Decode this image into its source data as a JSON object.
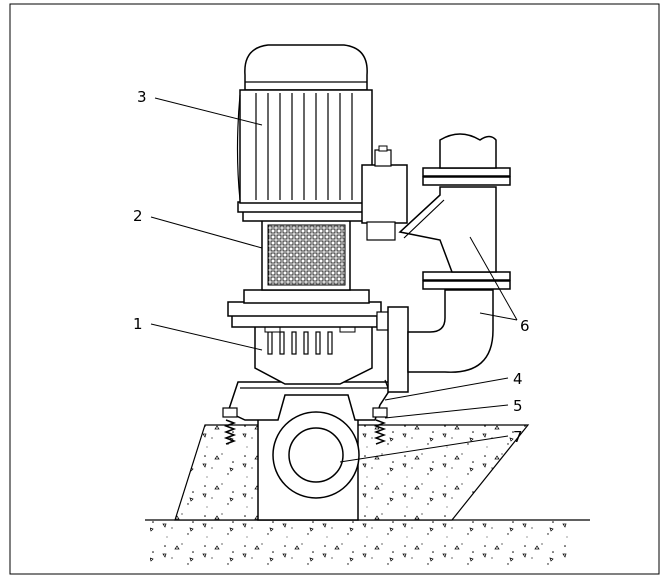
{
  "diagram": {
    "labels": {
      "base": "1",
      "coupling_guard": "2",
      "motor": "3",
      "support_frame": "4",
      "anchor_bolt": "5",
      "pipe_assembly": "6",
      "inlet_pipe": "7"
    }
  },
  "colors": {
    "line": "#000000",
    "background": "#ffffff"
  }
}
